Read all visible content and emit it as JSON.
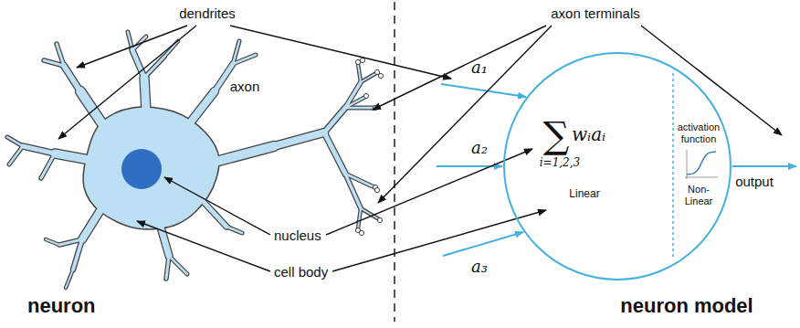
{
  "diagram": {
    "nodes": [
      {
        "text": [
          "∑",
          "wᵢaᵢ",
          "i=1,2,3",
          "Linear",
          "activation function",
          "Non-Linear"
        ]
      }
    ],
    "labels": [
      "dendrites",
      "axon terminals",
      "axon",
      "nucleus",
      "cell body",
      "a₁",
      "a₂",
      "a₃",
      "output",
      "neuron",
      "neuron model"
    ]
  }
}
